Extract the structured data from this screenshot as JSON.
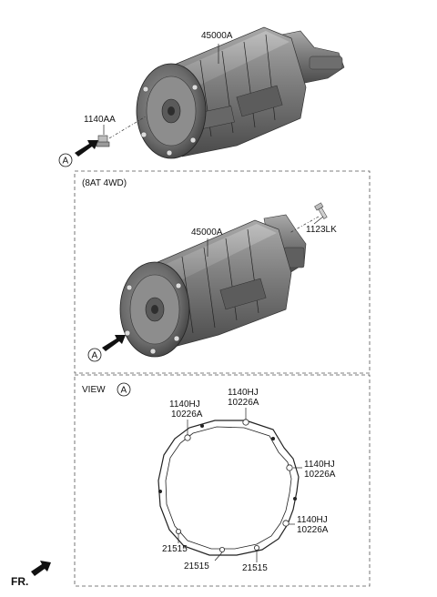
{
  "top_part": {
    "label": "45000A"
  },
  "plug": {
    "label": "1140AA"
  },
  "view_marker_top": {
    "letter": "A"
  },
  "variant_box": {
    "heading": "(8AT 4WD)",
    "part_label": "45000A",
    "bolt_label": "1123LK",
    "marker_letter": "A"
  },
  "view_box": {
    "heading": "VIEW",
    "marker_letter": "A",
    "callouts": [
      {
        "code": "1140HJ",
        "sub": "10226A"
      },
      {
        "code": "1140HJ",
        "sub": "10226A"
      },
      {
        "code": "1140HJ",
        "sub": "10226A"
      },
      {
        "code": "1140HJ",
        "sub": "10226A"
      }
    ],
    "pins": [
      "21515",
      "21515",
      "21515"
    ]
  },
  "direction": {
    "label": "FR."
  }
}
